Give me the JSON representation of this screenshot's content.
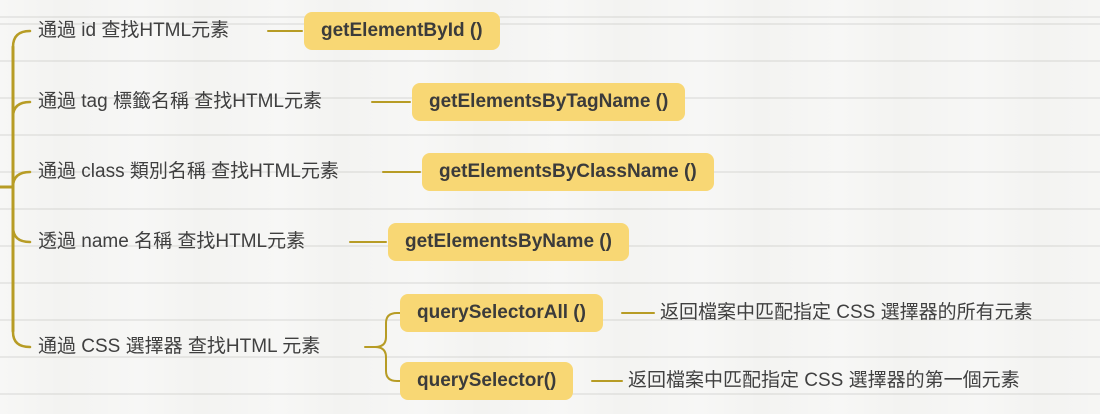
{
  "canvas": {
    "background_color": "#f3f3f1",
    "ruled_line_color": "#e7e7e4",
    "connector_color": "#B79C25",
    "node_fill_color": "#F8D774",
    "node_text_color": "#3B3B3B",
    "label_text_color": "#404040"
  },
  "branches": [
    {
      "label": "通過 id 查找HTML元素",
      "method": "getElementById ()"
    },
    {
      "label": "通過 tag 標籤名稱 查找HTML元素",
      "method": "getElementsByTagName ()"
    },
    {
      "label": "通過 class 類別名稱 查找HTML元素",
      "method": "getElementsByClassName ()"
    },
    {
      "label": "透過 name 名稱 查找HTML元素",
      "method": "getElementsByName ()"
    },
    {
      "label": "通過 CSS 選擇器 查找HTML 元素",
      "children": [
        {
          "method": "querySelectorAll ()",
          "description": "返回檔案中匹配指定 CSS 選擇器的所有元素"
        },
        {
          "method": "querySelector()",
          "description": "返回檔案中匹配指定 CSS 選擇器的第一個元素"
        }
      ]
    }
  ]
}
